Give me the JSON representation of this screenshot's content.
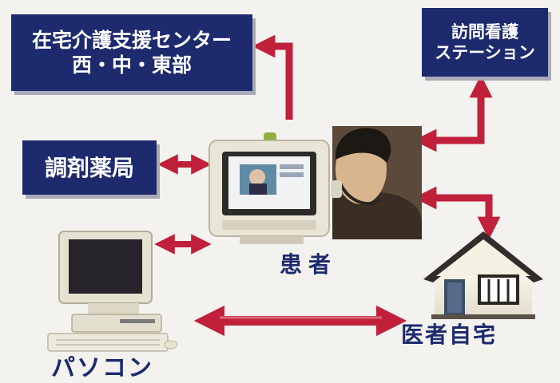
{
  "boxes": {
    "care_center_line1": "在宅介護支援センター",
    "care_center_line2": "西・中・東部",
    "visit_nursing_line1": "訪問看護",
    "visit_nursing_line2": "ステーション",
    "pharmacy": "調剤薬局"
  },
  "labels": {
    "patient": "患者",
    "doctor_home": "医者自宅",
    "pc": "パソコン"
  },
  "colors": {
    "box_fill": "#1d2a6e",
    "arrow": "#c0203a",
    "arrow_highlight": "#e47a8c"
  }
}
